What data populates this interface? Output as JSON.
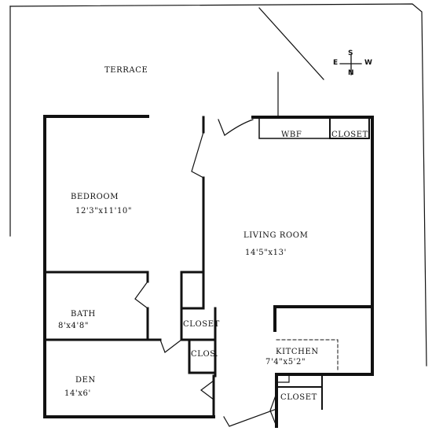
{
  "rooms": {
    "terrace": {
      "name": "TERRACE"
    },
    "bedroom": {
      "name": "BEDROOM",
      "dims": "12'3\"x11'10\""
    },
    "living_room": {
      "name": "LIVING ROOM",
      "dims": "14'5\"x13'"
    },
    "bath": {
      "name": "BATH",
      "dims": "8'x4'8\""
    },
    "den": {
      "name": "DEN",
      "dims": "14'x6'"
    },
    "kitchen": {
      "name": "KITCHEN",
      "dims": "7'4\"x5'2\""
    }
  },
  "fixtures": {
    "wbf": "WBF",
    "closet_top": "CLOSET",
    "closet_mid": "CLOSET",
    "clos_small": "CLOS.",
    "closet_bottom": "CLOSET"
  },
  "compass": {
    "s": "S",
    "e": "E",
    "w": "W",
    "n": "N"
  }
}
